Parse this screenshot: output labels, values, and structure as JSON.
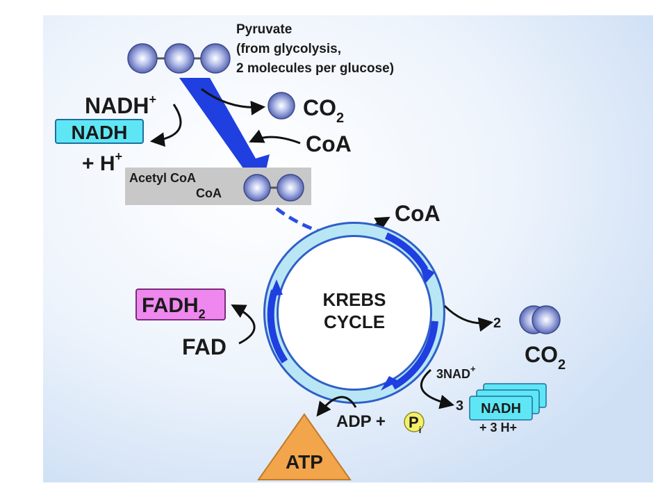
{
  "pyruvate": {
    "line1": "Pyruvate",
    "line2": "(from glycolysis,",
    "line3": "2 molecules per glucose)"
  },
  "nad_plus": {
    "text": "NADH",
    "sup": "+"
  },
  "nadh_box": {
    "text": "NADH"
  },
  "h_plus": {
    "text": "+ H",
    "sup": "+"
  },
  "co2_top": {
    "text": "CO",
    "sub": "2"
  },
  "coa_in": {
    "text": "CoA"
  },
  "acetyl": {
    "line1": "Acetyl CoA",
    "line2": "CoA"
  },
  "coa_out": {
    "text": "CoA"
  },
  "cycle": {
    "line1": "KREBS",
    "line2": "CYCLE"
  },
  "fadh2": {
    "text": "FADH",
    "sub": "2"
  },
  "fad": {
    "text": "FAD"
  },
  "co2_count": {
    "text": "2"
  },
  "co2_right": {
    "text": "CO",
    "sub": "2"
  },
  "nad3": {
    "text": "3NAD",
    "sup": "+"
  },
  "nadh3_count": {
    "text": "3"
  },
  "nadh3_box": {
    "text": "NADH"
  },
  "h3": {
    "text": "+ 3 H+"
  },
  "adp": {
    "text": "ADP + "
  },
  "pi": {
    "text": "P",
    "sub": "i"
  },
  "atp": {
    "text": "ATP"
  },
  "colors": {
    "arrow_blue": "#1f3fe0",
    "ring_outer": "#4a78d8",
    "ring_light": "#b9e6f5",
    "nadh_box": "#5fe6f5",
    "fadh_box": "#ee88ee",
    "atp": "#f2a54a",
    "pi": "#f5f06a",
    "molecule": "#8c9bd8"
  }
}
